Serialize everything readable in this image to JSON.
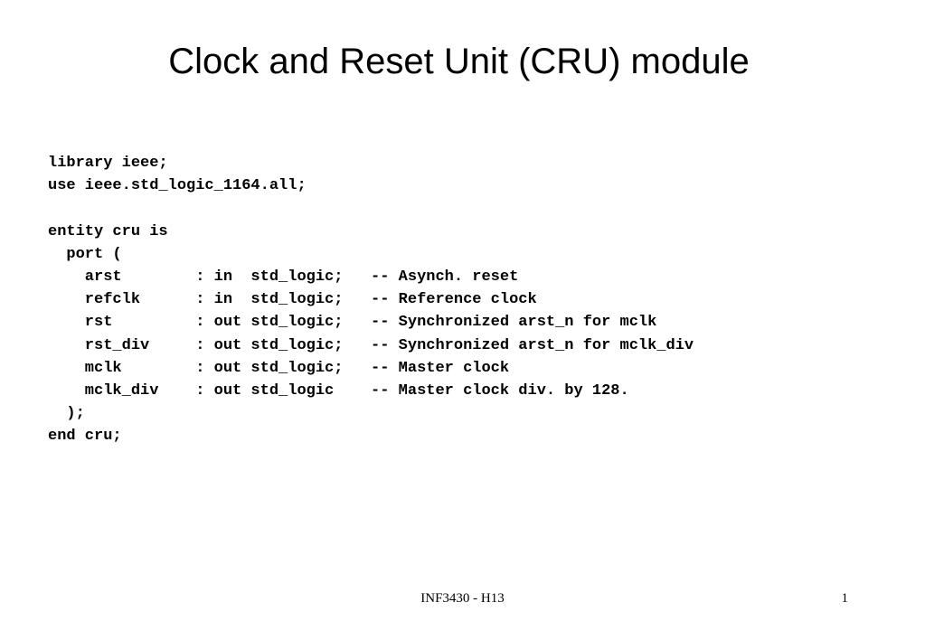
{
  "slide": {
    "title": "Clock and Reset Unit (CRU) module",
    "code_lines": [
      "library ieee;",
      "use ieee.std_logic_1164.all;",
      "",
      "entity cru is",
      "  port (",
      "    arst        : in  std_logic;   -- Asynch. reset",
      "    refclk      : in  std_logic;   -- Reference clock",
      "    rst         : out std_logic;   -- Synchronized arst_n for mclk",
      "    rst_div     : out std_logic;   -- Synchronized arst_n for mclk_div",
      "    mclk        : out std_logic;   -- Master clock",
      "    mclk_div    : out std_logic    -- Master clock div. by 128.",
      "  );",
      "end cru;"
    ]
  },
  "footer": {
    "course": "INF3430 - H13",
    "page_number": "1"
  }
}
